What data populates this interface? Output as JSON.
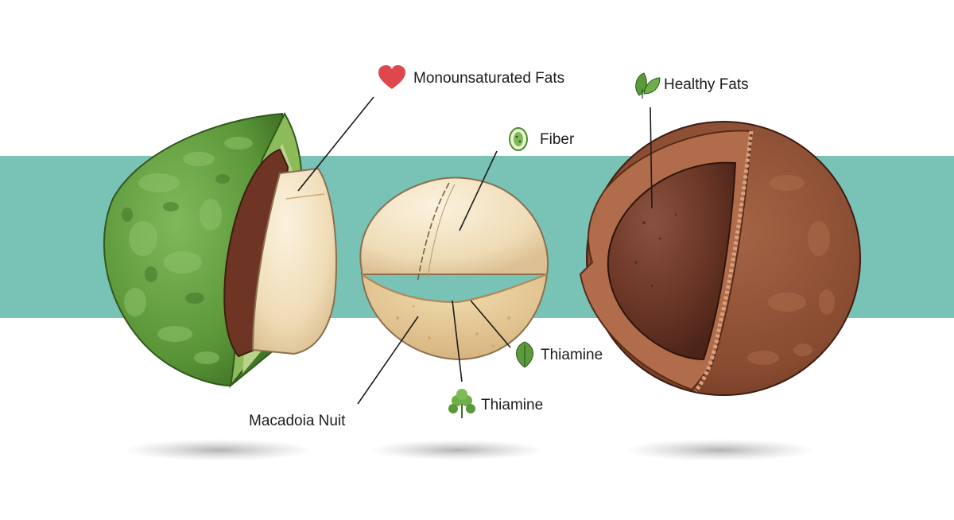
{
  "colors": {
    "band": "#79c2b6",
    "husk_green": "#5f9a3f",
    "kernel_cream": "#f3e2c1",
    "shell_brown": "#8a4a30",
    "heart_red": "#e0474c",
    "leaf_green": "#5a9a3a"
  },
  "labels": {
    "monounsaturated_fats": "Monounsaturated Fats",
    "healthy_fats": "Healthy Fats",
    "fiber": "Fiber",
    "thiamine_right": "Thiamine",
    "thiamine_bottom": "Thiamine",
    "nut_name": "Macadoia Nuit"
  },
  "icons": {
    "monounsaturated_fats": "heart-icon",
    "healthy_fats": "leaf-icon",
    "fiber": "seed-icon",
    "thiamine_right": "leaf-icon",
    "thiamine_bottom": "sprout-icon"
  }
}
